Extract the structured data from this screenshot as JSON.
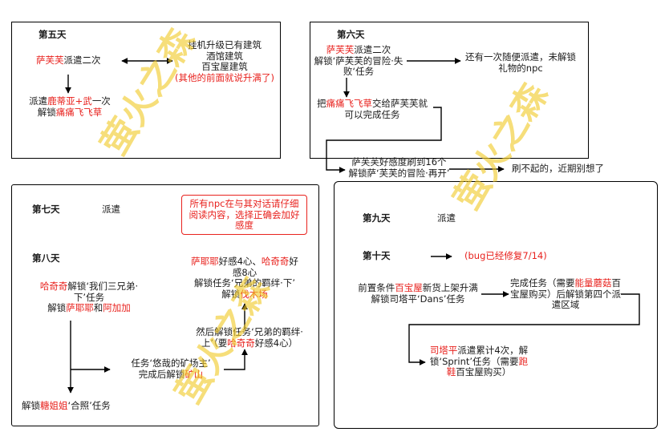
{
  "colors": {
    "text": "#1a1a1a",
    "highlight": "#e8221e",
    "border": "#000000",
    "watermark": "#f2cb2a"
  },
  "watermark": "萤火之森",
  "day5": {
    "title": "第五天",
    "dispatch_name": "萨芙芙",
    "dispatch_text": "派遣二次",
    "upgrade_lines": [
      "挂机升级已有建筑",
      "酒馆建筑",
      "百宝屋建筑"
    ],
    "upgrade_note": "(其他的前面就说升满了)",
    "second_dispatch": {
      "pre": "派遣",
      "names": "鹿蒂亚+武",
      "post": "一次"
    },
    "unlock": {
      "pre": "解锁",
      "item": "痛痛飞飞草"
    }
  },
  "day6": {
    "title": "第六天",
    "dispatch_name": "萨芙芙",
    "dispatch_text": "派遣二次",
    "quest_lines": [
      "解锁‘萨芙芙的冒险·失",
      "败‘任务"
    ],
    "other_lines": [
      "还有一次随便派遣，未解锁",
      "礼物的npc"
    ],
    "give": {
      "pre": "把",
      "item": "痛痛飞飞草",
      "post": "交给萨芙芙就",
      "line2": "可以完成任务"
    },
    "affection_lines": [
      "萨芙芙好感度刷到16个",
      "解锁萨‘芙芙的冒险·再开’"
    ],
    "affection_note": "刷不起的，近期别想了"
  },
  "day7": {
    "title": "第七天",
    "text": "派遣",
    "notice_lines": [
      "所有npc在与其对话请仔细",
      "阅读内容，选择正确会加好",
      "感度"
    ]
  },
  "day8": {
    "title": "第八天",
    "hakiki": {
      "name": "哈奇奇",
      "line1_rest": "解锁‘我们三兄弟·",
      "line2": "下’任务",
      "line3_pre": "解锁",
      "name2": "萨耶耶",
      "line3_mid": "和",
      "name3": "阿加加"
    },
    "mine": {
      "line1": "任务‘悠哉的矿场主’",
      "line2_pre": "完成后解锁",
      "line2_place": "矿山"
    },
    "bond_up": {
      "line1": "然后解锁任务‘兄弟的羁绊·",
      "line2_pre": "上’（要",
      "line2_name": "哈奇奇",
      "line2_post": "好感4心）"
    },
    "bond_down": {
      "name1": "萨耶耶",
      "line1_mid": "好感4心、",
      "name2": "哈奇奇",
      "line1_post": "好",
      "line2": "感8心",
      "line3": "解锁任务‘兄弟的羁绊·下’",
      "line4_pre": "解锁",
      "line4_place": "伐木场"
    },
    "candy": {
      "pre": "解锁",
      "name": "糖姐姐",
      "post": "‘合照’任务"
    }
  },
  "day9": {
    "title": "第九天",
    "text": "派遣"
  },
  "day10": {
    "title": "第十天",
    "bug_note": "(bug已经修复7/14)",
    "prereq": {
      "line1_pre": "前置条件",
      "line1_place": "百宝屋",
      "line1_post": "新货上架升满",
      "line2": "解锁司塔平‘Dans’任务"
    },
    "complete": {
      "line1_pre": "完成任务（需要",
      "line1_item": "能量蘑菇",
      "line1_post": "百",
      "line2": "宝屋购买）后解锁第四个派",
      "line3": "遣区域"
    },
    "sprint": {
      "line1_name": "司塔平",
      "line1_post": "派遣累计4次，解",
      "line2_pre": "锁‘Sprint’任务（需要",
      "line2_item": "跑",
      "line3_item": "鞋",
      "line3_post": "百宝屋购买）"
    }
  }
}
